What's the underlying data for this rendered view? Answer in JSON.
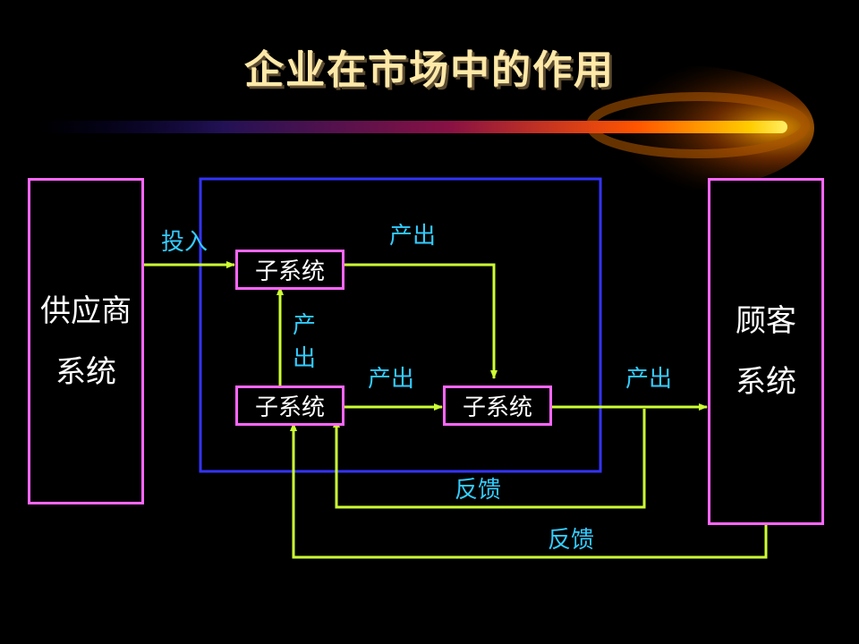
{
  "title": "企业在市场中的作用",
  "boxes": {
    "supplier": "供应商\n系统",
    "customer": "顾客\n系统",
    "sub_top": "子系统",
    "sub_left": "子系统",
    "sub_right": "子系统"
  },
  "labels": {
    "input": "投入",
    "output_top": "产出",
    "output_vertical_1": "产",
    "output_vertical_2": "出",
    "output_middle": "产出",
    "output_right": "产出",
    "feedback_inner": "反馈",
    "feedback_outer": "反馈"
  },
  "colors": {
    "background": "#000000",
    "title": "#ffe9a8",
    "box_border": "#ff66ff",
    "enterprise_border": "#3333ff",
    "arrow": "#ccff33",
    "label": "#33ccff",
    "box_text": "#ffffff"
  }
}
